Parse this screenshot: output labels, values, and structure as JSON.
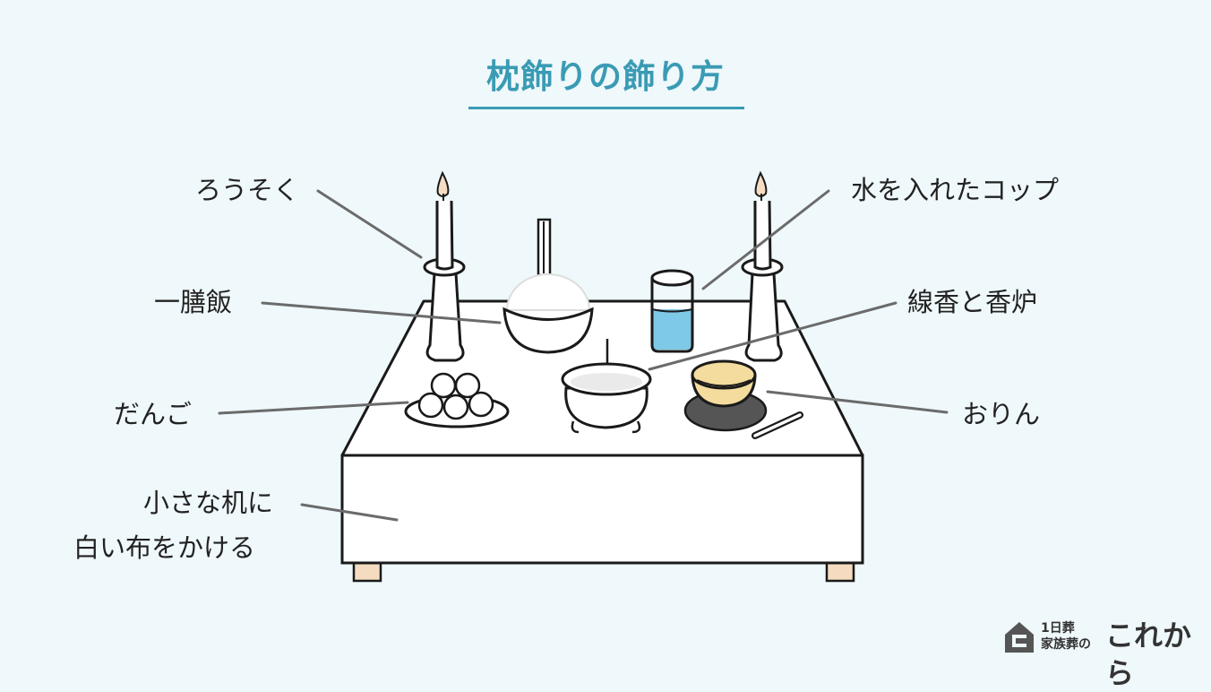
{
  "title": "枕飾りの飾り方",
  "labels": {
    "candle": "ろうそく",
    "cup": "水を入れたコップ",
    "rice": "一膳飯",
    "incense": "線香と香炉",
    "dango": "だんご",
    "orin": "おりん",
    "table_line1": "小さな机に",
    "table_line2": "白い布をかける"
  },
  "logo": {
    "line1": "1日葬",
    "line2": "家族葬の",
    "brand": "これから",
    "icon": "house-icon"
  },
  "colors": {
    "background": "#eff8fb",
    "accent": "#3a9bb4",
    "outline": "#1a1a1a",
    "leader": "#6b6b6b",
    "water": "#7ec8e8",
    "flame": "#f6dcc2",
    "orin_bowl": "#f4dc9e",
    "orin_cushion": "#555555",
    "table_legs": "#f5dcc0"
  }
}
